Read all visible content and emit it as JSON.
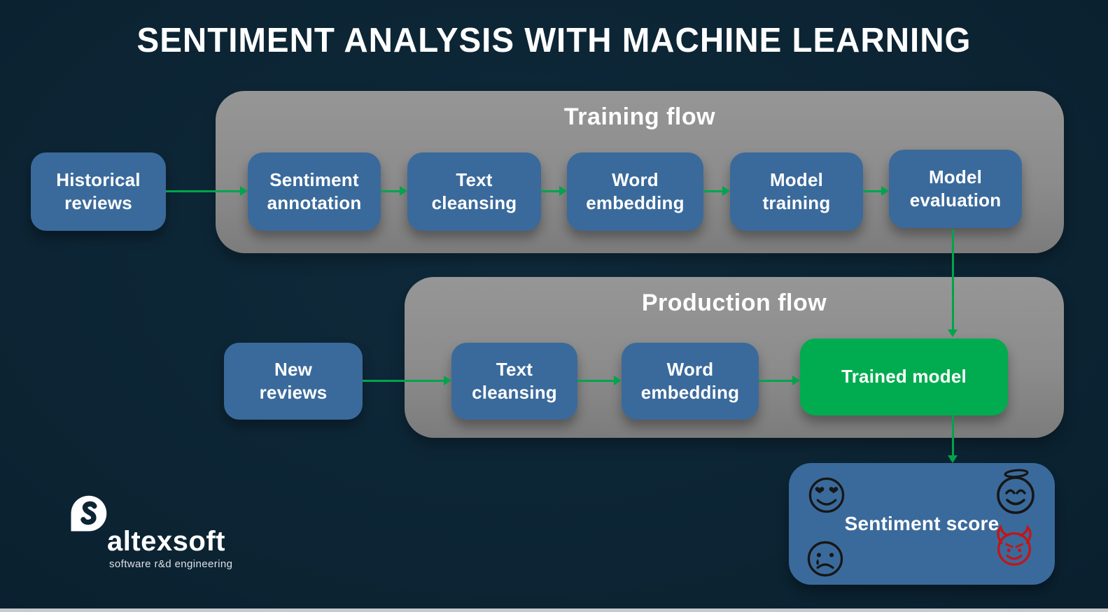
{
  "title": "SENTIMENT ANALYSIS WITH MACHINE LEARNING",
  "groups": {
    "training": {
      "label": "Training flow"
    },
    "production": {
      "label": "Production flow"
    }
  },
  "nodes": {
    "historical_reviews": {
      "line1": "Historical",
      "line2": "reviews"
    },
    "sentiment_annotation": {
      "line1": "Sentiment",
      "line2": "annotation"
    },
    "text_cleansing_training": {
      "line1": "Text",
      "line2": "cleansing"
    },
    "word_embedding_training": {
      "line1": "Word",
      "line2": "embedding"
    },
    "model_training": {
      "line1": "Model",
      "line2": "training"
    },
    "model_evaluation": {
      "line1": "Model",
      "line2": "evaluation"
    },
    "new_reviews": {
      "line1": "New",
      "line2": "reviews"
    },
    "text_cleansing_production": {
      "line1": "Text",
      "line2": "cleansing"
    },
    "word_embedding_production": {
      "line1": "Word",
      "line2": "embedding"
    },
    "trained_model": {
      "label": "Trained model"
    },
    "sentiment_score": {
      "label": "Sentiment score"
    }
  },
  "logo": {
    "name": "altexsoft",
    "tagline": "software r&d engineering"
  },
  "icons": {
    "sentiment_positive": "heart-eyes-face-icon",
    "sentiment_angel": "angel-face-icon",
    "sentiment_sad": "sad-tear-face-icon",
    "sentiment_devil": "devil-face-icon",
    "brand": "altexsoft-bubble-icon"
  },
  "colors": {
    "background": "#0c2433",
    "container_gray": "#8c8c8c",
    "node_blue": "#3a6a9b",
    "accent_green": "#00ac4f",
    "arrow_green": "#00a44c",
    "devil_red": "#c41515",
    "text": "#ffffff"
  }
}
